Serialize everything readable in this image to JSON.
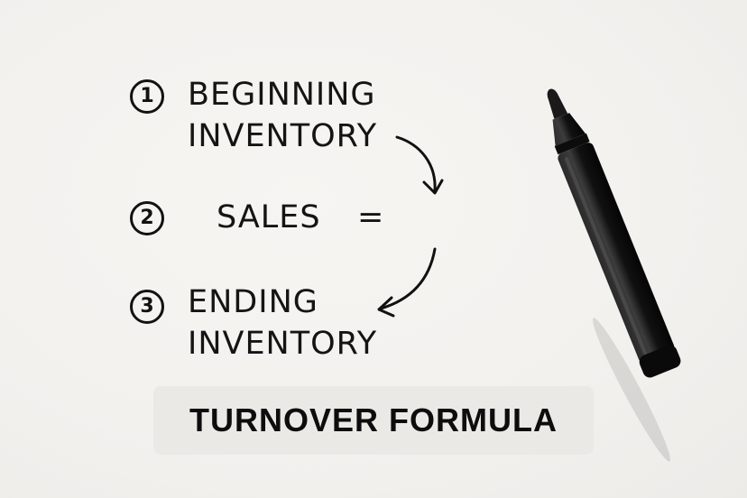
{
  "steps": [
    {
      "number": "1",
      "lines": [
        "BEGINNING",
        "INVENTORY"
      ]
    },
    {
      "number": "2",
      "lines": [
        "SALES"
      ],
      "operator": "="
    },
    {
      "number": "3",
      "lines": [
        "ENDING",
        "INVENTORY"
      ]
    }
  ],
  "banner": {
    "title": "TURNOVER FORMULA"
  },
  "icons": {
    "arrow_top": "curved-arrow-down-icon",
    "arrow_bottom": "curved-arrow-left-icon",
    "marker": "black-marker-pen"
  },
  "colors": {
    "ink": "#111111",
    "paper": "#f4f2ef",
    "banner_bg": "#ebe9e6"
  }
}
